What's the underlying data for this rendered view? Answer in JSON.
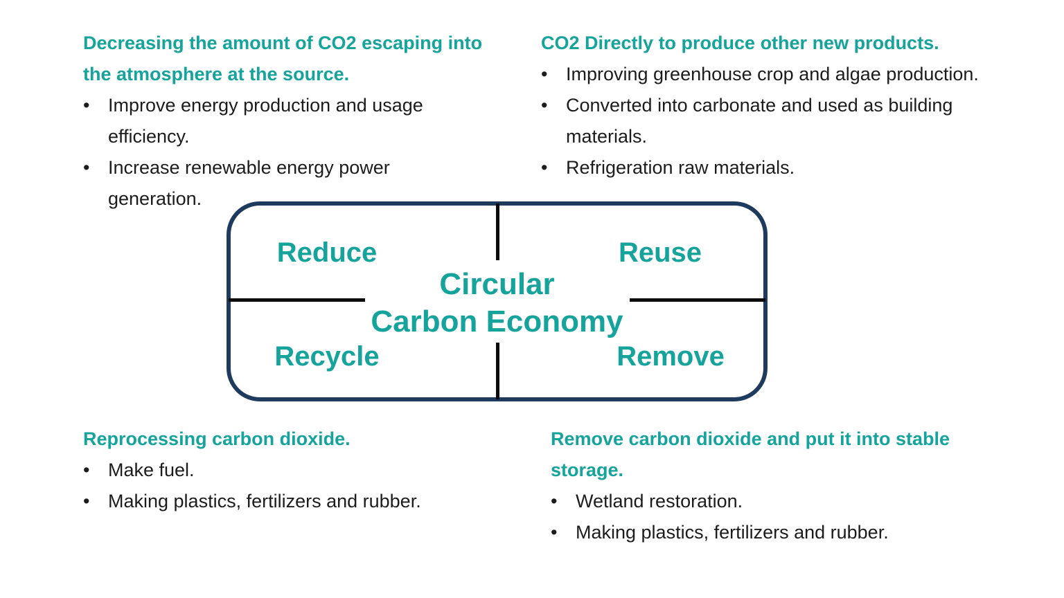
{
  "colors": {
    "teal_accent": "#15A39B",
    "frame_navy": "#1E3A5C",
    "divider_black": "#0B0B0B",
    "body_text": "#1C1C1C",
    "background": "#FFFFFF"
  },
  "ui": {
    "bullet_glyph": "•"
  },
  "center_box": {
    "title_lines": [
      "Circular",
      "Carbon Economy"
    ],
    "quadrants": {
      "top_left": "Reduce",
      "top_right": "Reuse",
      "bottom_left": "Recycle",
      "bottom_right": "Remove"
    }
  },
  "blocks": {
    "reduce": {
      "heading_lines": [
        "Decreasing the amount of CO2 escaping into",
        "the atmosphere at the source."
      ],
      "heading_text": "Decreasing the amount of CO2 escaping into the atmosphere at the source.",
      "bullets": [
        {
          "text": "Improve energy production and usage efficiency.",
          "lines": [
            "Improve energy production and usage",
            "efficiency."
          ]
        },
        {
          "text": "Increase renewable energy power generation.",
          "lines": [
            "Increase renewable energy power",
            "generation."
          ]
        }
      ]
    },
    "reuse": {
      "heading_lines": [
        "CO2 Directly to produce other new products."
      ],
      "heading_text": "CO2 Directly to produce other new products.",
      "bullets": [
        {
          "text": "Improving greenhouse crop and algae production.",
          "lines": [
            "Improving greenhouse crop and algae production."
          ]
        },
        {
          "text": "Converted into carbonate and used as building materials.",
          "lines": [
            "Converted into carbonate and used as building",
            "materials."
          ]
        },
        {
          "text": "Refrigeration raw materials.",
          "lines": [
            "Refrigeration raw materials."
          ]
        }
      ]
    },
    "recycle": {
      "heading_lines": [
        "Reprocessing carbon dioxide."
      ],
      "heading_text": "Reprocessing carbon dioxide.",
      "bullets": [
        {
          "text": "Make fuel.",
          "lines": [
            "Make fuel."
          ]
        },
        {
          "text": "Making plastics, fertilizers and rubber.",
          "lines": [
            "Making plastics, fertilizers and rubber."
          ]
        }
      ]
    },
    "remove": {
      "heading_lines": [
        "Remove carbon dioxide and put it into stable",
        "storage."
      ],
      "heading_text": "Remove carbon dioxide and put it into stable storage.",
      "bullets": [
        {
          "text": "Wetland restoration.",
          "lines": [
            "Wetland restoration."
          ]
        },
        {
          "text": "Making plastics, fertilizers and rubber.",
          "lines": [
            "Making plastics, fertilizers and rubber."
          ]
        }
      ]
    }
  }
}
